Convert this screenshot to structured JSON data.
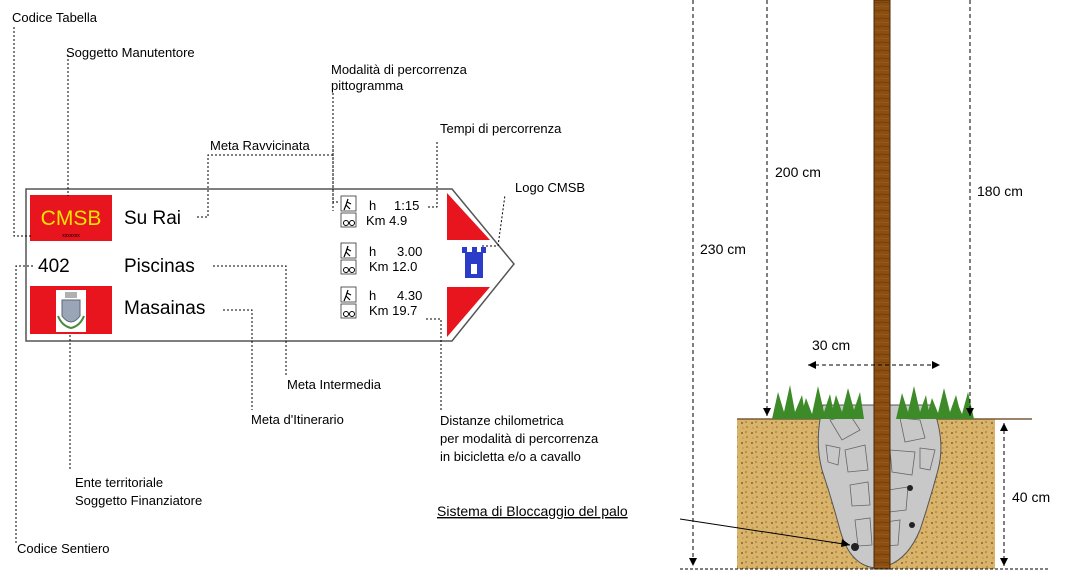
{
  "sign": {
    "logo_text": "CMSB",
    "logo_small": "xxxxxxx",
    "number": "402",
    "destinations": [
      "Su Rai",
      "Piscinas",
      "Masainas"
    ],
    "times": [
      {
        "h_label": "h",
        "time": "1:15",
        "km": "Km 4.9"
      },
      {
        "h_label": "h",
        "time": "3.00",
        "km": "Km 12.0"
      },
      {
        "h_label": "h",
        "time": "4.30",
        "km": "Km 19.7"
      }
    ]
  },
  "labels": {
    "codice_tabella": "Codice Tabella",
    "soggetto_manutentore": "Soggetto Manutentore",
    "modalita_line1": "Modalità di percorrenza",
    "modalita_line2": "pittogramma",
    "tempi": "Tempi di percorrenza",
    "meta_ravvicinata": "Meta Ravvicinata",
    "logo_cmsb": "Logo CMSB",
    "meta_intermedia": "Meta Intermedia",
    "meta_itinerario": "Meta d'Itinerario",
    "distanze_line1": "Distanze chilometrica",
    "distanze_line2": "per modalità di percorrenza",
    "distanze_line3": "in bicicletta e/o a cavallo",
    "ente_line1": "Ente territoriale",
    "ente_line2": "Soggetto Finanziatore",
    "codice_sentiero": "Codice Sentiero"
  },
  "pole": {
    "dim_200": "200 cm",
    "dim_180": "180 cm",
    "dim_230": "230 cm",
    "dim_30": "30 cm",
    "dim_40": "40 cm",
    "sistema": "Sistema di Bloccaggio del palo"
  },
  "colors": {
    "sign_red": "#e8141e",
    "logo_yellow": "#f5e300",
    "pole_brown": "#8a4e12",
    "soil": "#d9b36a",
    "stone": "#c8c8c8",
    "grass": "#3c8a28",
    "emblem_blue": "#2a3cc8"
  }
}
